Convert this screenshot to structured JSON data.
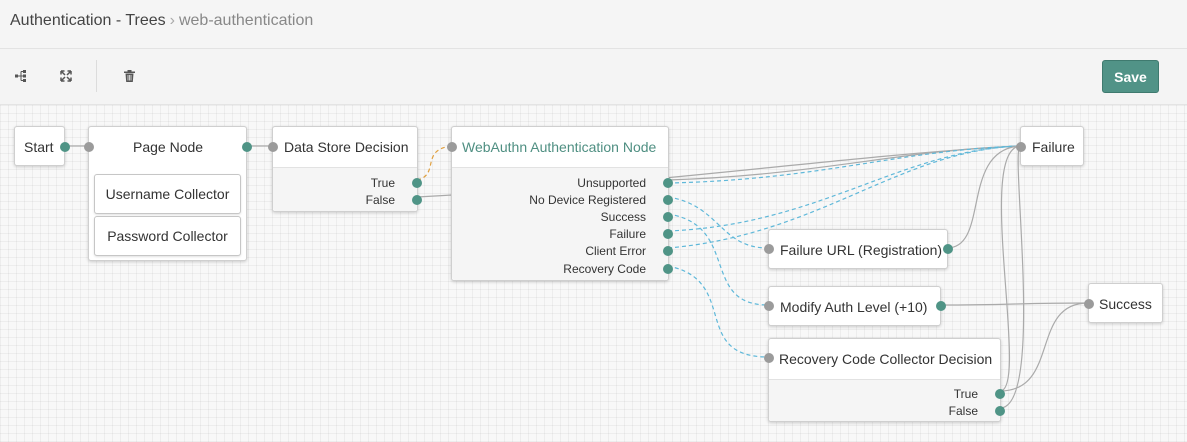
{
  "header": {
    "breadcrumb_root": "Authentication - Trees",
    "breadcrumb_separator": "›",
    "breadcrumb_current": "web-authentication"
  },
  "toolbar": {
    "icons": [
      "tree-layout-icon",
      "fullscreen-icon",
      "trash-icon"
    ],
    "save_label": "Save"
  },
  "colors": {
    "accent": "#519387",
    "port_out": "#4f9486",
    "port_in": "#9b9b9b",
    "link_solid": "#aaaaaa",
    "link_dashed_blue": "#5fb8d9",
    "link_dashed_orange": "#e0a040"
  },
  "nodes": {
    "start": {
      "title": "Start"
    },
    "page_node": {
      "title": "Page Node",
      "children": [
        "Username Collector",
        "Password Collector"
      ]
    },
    "data_store": {
      "title": "Data Store Decision",
      "outcomes": [
        "True",
        "False"
      ]
    },
    "webauthn": {
      "title": "WebAuthn Authentication Node",
      "outcomes": [
        "Unsupported",
        "No Device Registered",
        "Success",
        "Failure",
        "Client Error",
        "Recovery Code"
      ]
    },
    "failure_url": {
      "title": "Failure URL (Registration)"
    },
    "modify_auth": {
      "title": "Modify Auth Level (+10)"
    },
    "recovery": {
      "title": "Recovery Code Collector Decision",
      "outcomes": [
        "True",
        "False"
      ]
    },
    "failure": {
      "title": "Failure"
    },
    "success": {
      "title": "Success"
    }
  }
}
